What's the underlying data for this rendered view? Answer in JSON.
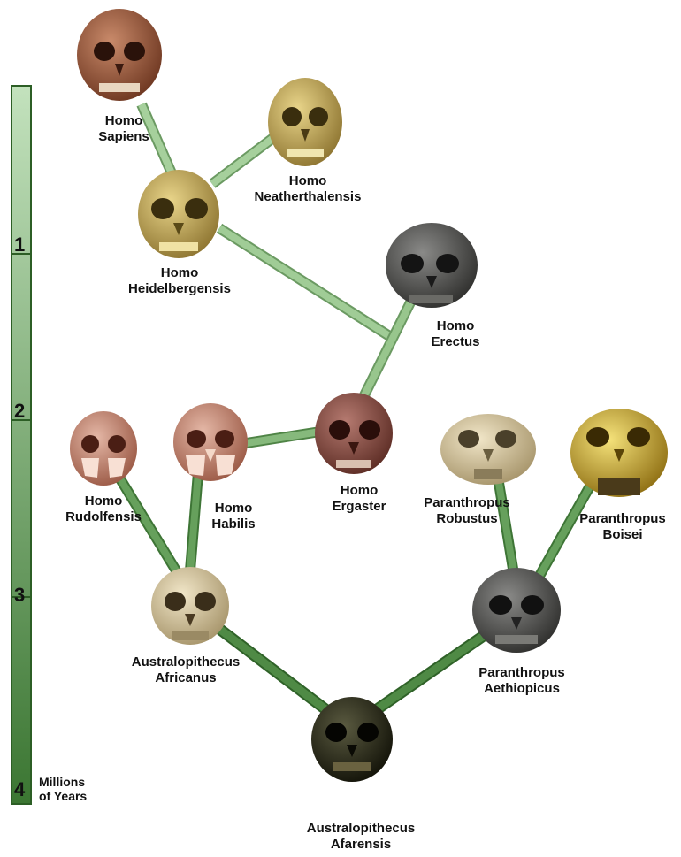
{
  "timescale": {
    "ticks": [
      "1",
      "2",
      "3",
      "4"
    ],
    "unit_line1": "Millions",
    "unit_line2": "of Years"
  },
  "species": {
    "homo_sapiens": {
      "line1": "Homo",
      "line2": "Sapiens"
    },
    "homo_neanderthalensis": {
      "line1": "Homo",
      "line2": "Neatherthalensis"
    },
    "homo_heidelbergensis": {
      "line1": "Homo",
      "line2": "Heidelbergensis"
    },
    "homo_erectus": {
      "line1": "Homo",
      "line2": "Erectus"
    },
    "homo_ergaster": {
      "line1": "Homo",
      "line2": "Ergaster"
    },
    "homo_habilis": {
      "line1": "Homo",
      "line2": "Habilis"
    },
    "homo_rudolfensis": {
      "line1": "Homo",
      "line2": "Rudolfensis"
    },
    "paranthropus_robustus": {
      "line1": "Paranthropus",
      "line2": "Robustus"
    },
    "paranthropus_boisei": {
      "line1": "Paranthropus",
      "line2": "Boisei"
    },
    "australopithecus_africanus": {
      "line1": "Australopithecus",
      "line2": "Africanus"
    },
    "paranthropus_aethiopicus": {
      "line1": "Paranthropus",
      "line2": "Aethiopicus"
    },
    "australopithecus_afarensis": {
      "line1": "Australopithecus",
      "line2": "Afarensis"
    }
  },
  "colors": {
    "bar_top": "#b9dcb4",
    "bar_bottom": "#3e7a34",
    "branch_light": "#a4cf9a",
    "branch_dark": "#4d8a42"
  }
}
